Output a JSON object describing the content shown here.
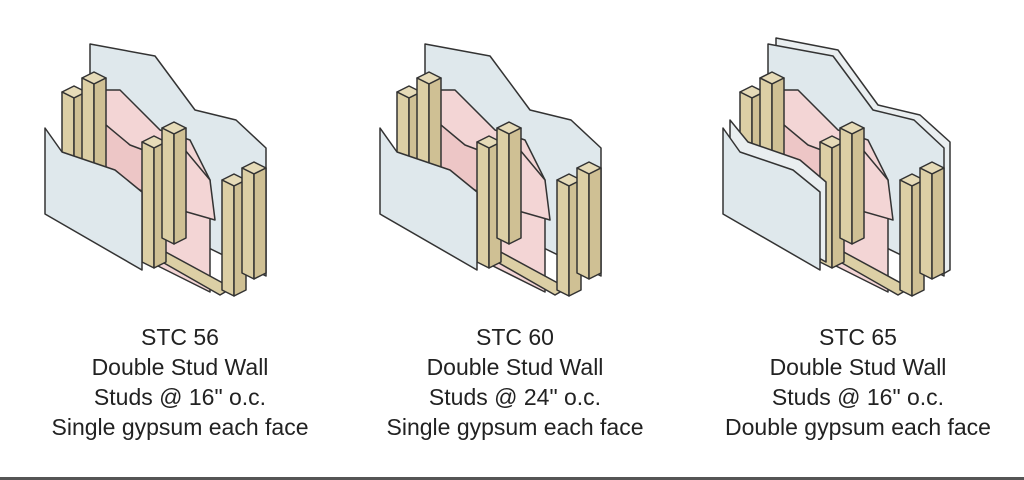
{
  "colors": {
    "gypsum": "#dfe8ec",
    "insulation": "#f3d5d5",
    "wood": "#dccfa5",
    "outline": "#333333"
  },
  "walls": [
    {
      "stc": "STC 56",
      "type": "Double Stud Wall",
      "spacing": "Studs @ 16\" o.c.",
      "gypsum": "Single gypsum each face"
    },
    {
      "stc": "STC 60",
      "type": "Double Stud Wall",
      "spacing": "Studs @ 24\" o.c.",
      "gypsum": "Single gypsum each face"
    },
    {
      "stc": "STC 65",
      "type": "Double Stud Wall",
      "spacing": "Studs @ 16\" o.c.",
      "gypsum": "Double gypsum each face"
    }
  ]
}
